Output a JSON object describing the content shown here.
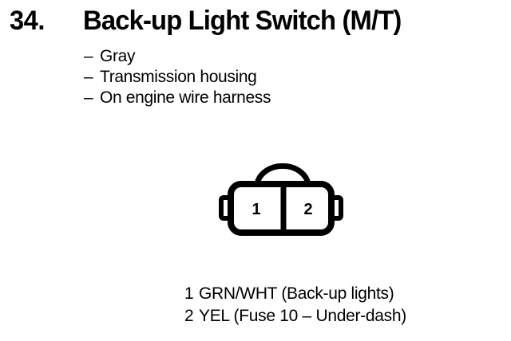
{
  "page": {
    "background_color": "#ffffff",
    "ink_color": "#000000"
  },
  "heading": {
    "number": "34.",
    "title": "Back-up Light Switch (M/T)"
  },
  "bullets": [
    {
      "marker": "–",
      "text": "Gray"
    },
    {
      "marker": "–",
      "text": "Transmission housing"
    },
    {
      "marker": "–",
      "text": "On engine wire harness"
    }
  ],
  "diagram": {
    "name": "two-cavity-connector",
    "cavities": [
      {
        "number": "1"
      },
      {
        "number": "2"
      }
    ]
  },
  "legend": {
    "rows": [
      {
        "pin": "1",
        "label": "GRN/WHT (Back-up lights)"
      },
      {
        "pin": "2",
        "label": "YEL (Fuse 10 – Under-dash)"
      }
    ]
  }
}
